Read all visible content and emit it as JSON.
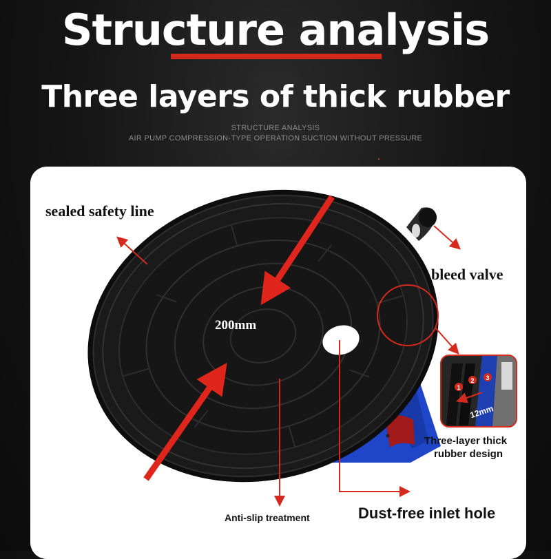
{
  "header": {
    "title": "Structure analysis",
    "subtitle": "Three layers of thick rubber",
    "caption_line1": "STRUCTURE ANALYSIS",
    "caption_line2": "AIR PUMP COMPRESSION-TYPE OPERATION SUCTION WITHOUT PRESSURE"
  },
  "annotations": {
    "sealed_safety_line": "sealed safety line",
    "bleed_valve": "bleed valve",
    "diameter": "200mm",
    "three_layer_design_line1": "Three-layer thick",
    "three_layer_design_line2": "rubber design",
    "anti_slip": "Anti-slip treatment",
    "dust_free": "Dust-free inlet hole",
    "inset_thickness": "12mm",
    "inset_layer_1": "1",
    "inset_layer_2": "2",
    "inset_layer_3": "3"
  },
  "colors": {
    "accent_red": "#d42a1e",
    "card_white": "#ffffff",
    "rubber_black": "#151515",
    "stand_blue": "#1f46c8"
  }
}
